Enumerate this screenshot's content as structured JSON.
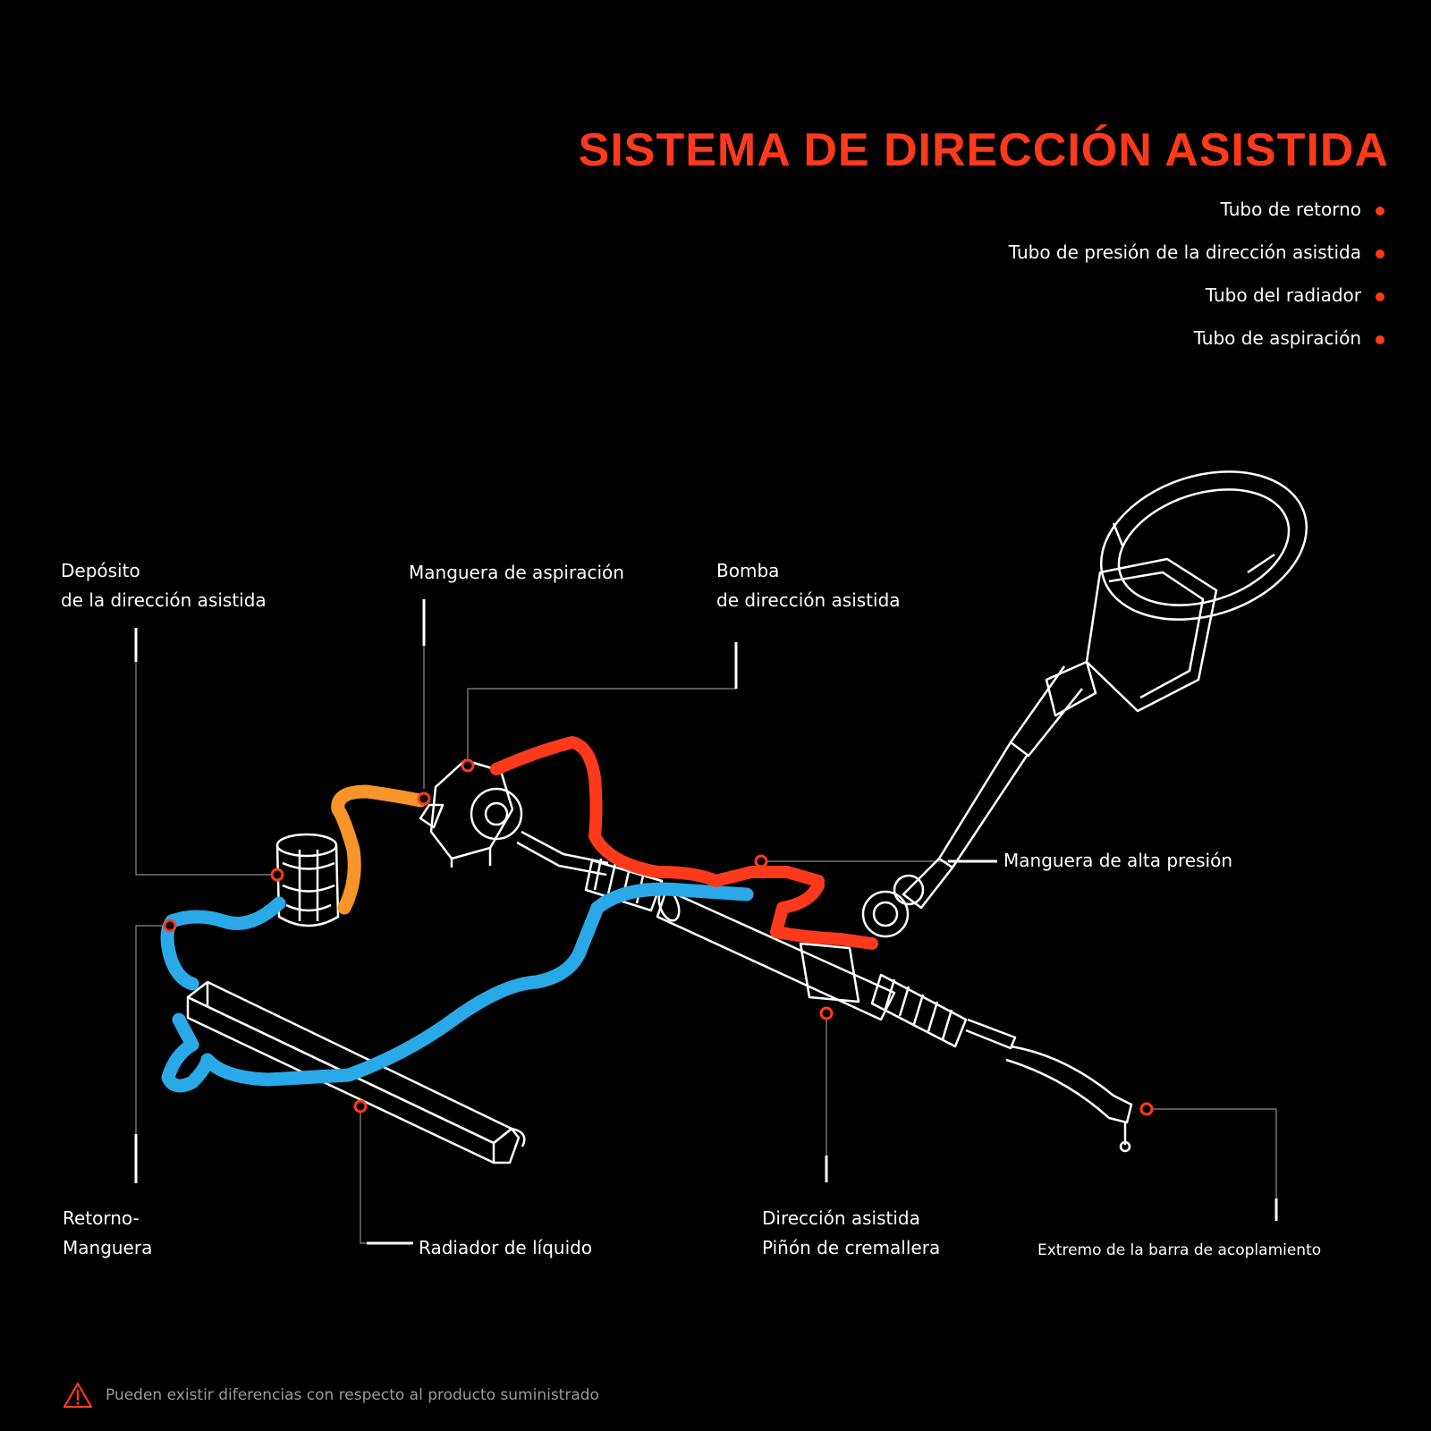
{
  "title": "SISTEMA DE DIRECCIÓN ASISTIDA",
  "legend": [
    {
      "label": "Tubo de retorno"
    },
    {
      "label": "Tubo de presión de la dirección asistida"
    },
    {
      "label": "Tubo del radiador"
    },
    {
      "label": "Tubo de aspiración"
    }
  ],
  "labels": {
    "reservoir": {
      "line1": "Depósito",
      "line2": "de la dirección asistida"
    },
    "suction_hose": {
      "line1": "Manguera de aspiración"
    },
    "pump": {
      "line1": "Bomba",
      "line2": "de dirección asistida"
    },
    "high_pressure_hose": {
      "line1": "Manguera de alta presión"
    },
    "return_hose": {
      "line1": "Retorno-",
      "line2": "Manguera"
    },
    "cooler": {
      "line1": "Radiador de líquido"
    },
    "rack_pinion": {
      "line1": "Dirección asistida",
      "line2": "Piñón de cremallera"
    },
    "tie_rod_end": {
      "line1": "Extremo de la barra de acoplamiento"
    }
  },
  "disclaimer": "Pueden existir diferencias con respecto al producto suministrado",
  "colors": {
    "accent": "#ff3a1c",
    "return_hose": "#2aa9e8",
    "pressure_hose": "#ff3a1c",
    "suction_hose": "#f7952a",
    "background": "#000000",
    "outline": "#ffffff"
  },
  "icons": {
    "warning": "warning-triangle-icon"
  }
}
